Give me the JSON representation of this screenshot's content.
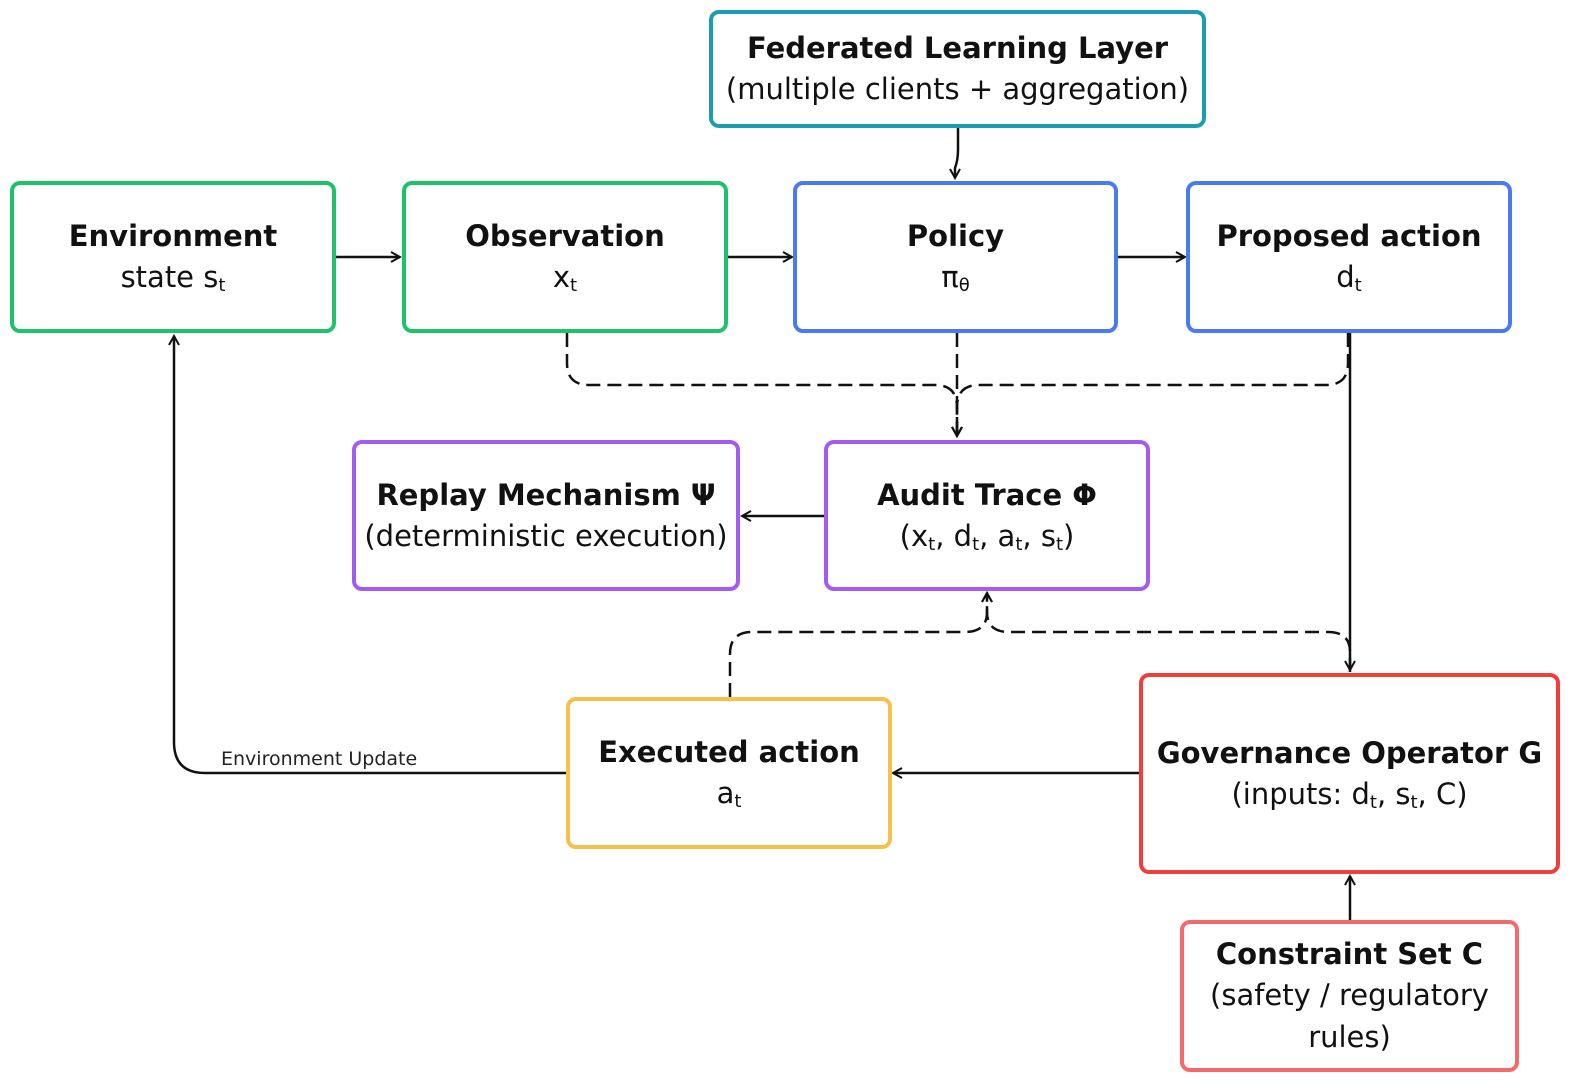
{
  "colors": {
    "green": "#1ec26a",
    "blue": "#4a7af0",
    "teal": "#1a9db0",
    "purple": "#a45cf0",
    "orange": "#f7bf4c",
    "red": "#f03e3e",
    "red_light": "#f26a6a",
    "line": "#111111"
  },
  "nodes": {
    "federated": {
      "title": "Federated Learning Layer",
      "sub": "(multiple clients + aggregation)"
    },
    "environment": {
      "title": "Environment",
      "sub_text": "state s",
      "sub_index": "t"
    },
    "observation": {
      "title": "Observation",
      "sub_text": "x",
      "sub_index": "t"
    },
    "policy": {
      "title": "Policy",
      "sub_text": "π",
      "sub_index": "θ"
    },
    "proposed": {
      "title": "Proposed action",
      "sub_text": "d",
      "sub_index": "t"
    },
    "replay": {
      "title": "Replay Mechanism Ψ",
      "sub": "(deterministic execution)"
    },
    "audit": {
      "title": "Audit Trace Φ",
      "open": "(x",
      "i1": "t",
      "s1": ", d",
      "i2": "t",
      "s2": ", a",
      "i3": "t",
      "s3": ", s",
      "i4": "t",
      "close": ")"
    },
    "executed": {
      "title": "Executed action",
      "sub_text": "a",
      "sub_index": "t"
    },
    "governance": {
      "title": "Governance Operator G",
      "open": "(inputs: d",
      "i1": "t",
      "s1": ", s",
      "i2": "t",
      "close": ", C)"
    },
    "constraint": {
      "title": "Constraint Set C",
      "line1": "(safety / regulatory",
      "line2": "rules)"
    }
  },
  "edge_labels": {
    "environment_update": "Environment Update"
  }
}
